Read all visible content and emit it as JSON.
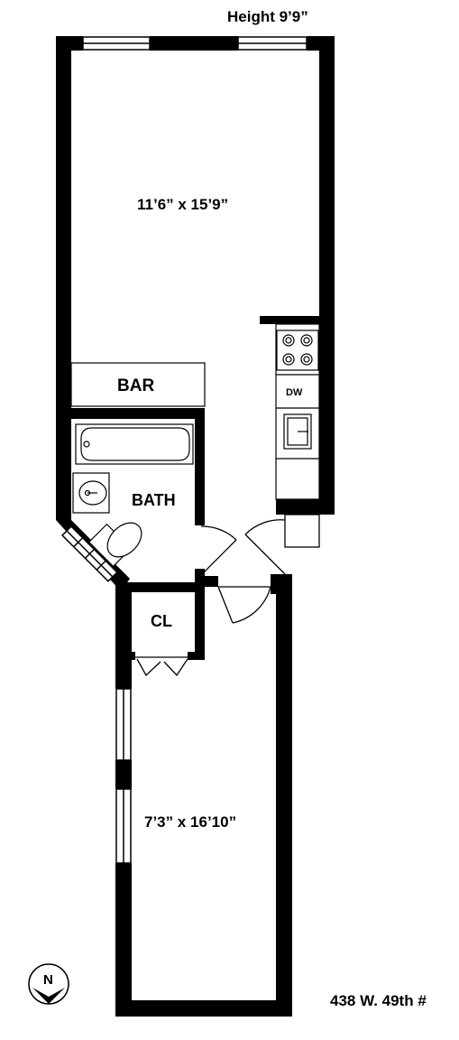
{
  "plan": {
    "height_label": "Height 9’9”",
    "living_room_dims": "11’6” x 15’9”",
    "bedroom_dims": "7’3” x 16’10”",
    "bar_label": "BAR",
    "bath_label": "BATH",
    "closet_label": "CL",
    "dishwasher_label": "DW",
    "address": "438 W. 49th #",
    "compass_letter": "N"
  },
  "colors": {
    "wall": "#000000",
    "fixture_line": "#000000",
    "background": "#ffffff"
  },
  "icons": [
    "compass-icon",
    "stove-icon",
    "sink-icon",
    "bathtub-icon",
    "toilet-icon"
  ]
}
